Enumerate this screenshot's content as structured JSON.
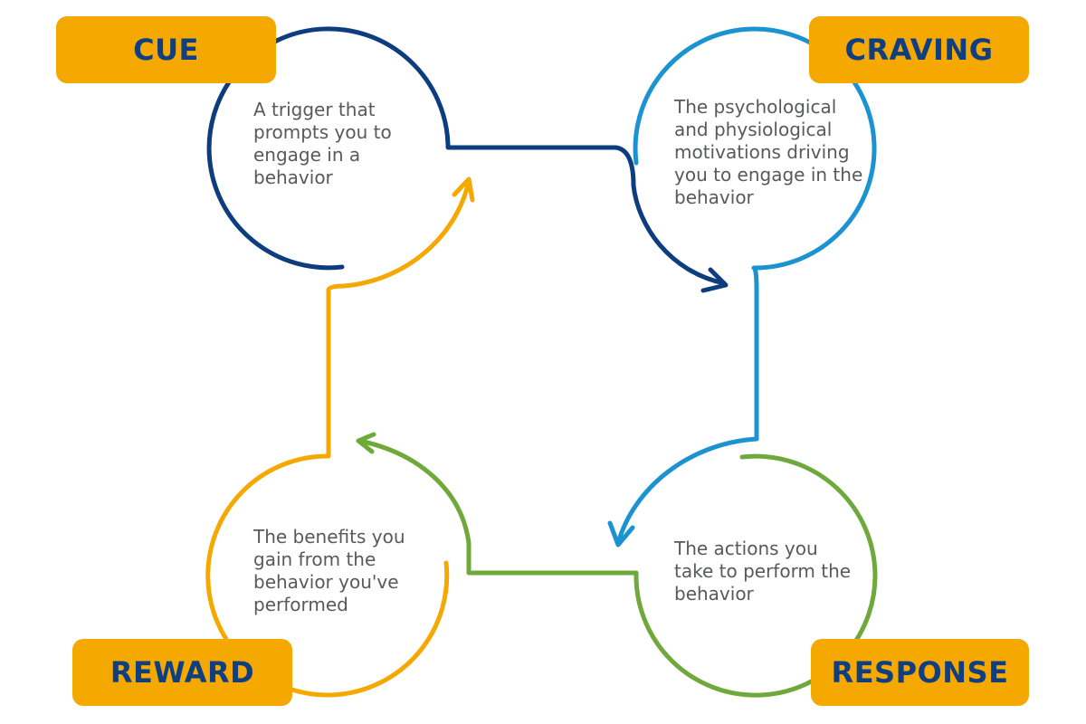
{
  "stages": {
    "cue": {
      "label": "CUE",
      "description": "A trigger that prompts you to engage in a behavior",
      "color": "#0d3d7e"
    },
    "craving": {
      "label": "CRAVING",
      "description": "The psychological and physiological motivations driving you to engage in the behavior",
      "color": "#1a93d0"
    },
    "response": {
      "label": "RESPONSE",
      "description": "The actions you take to perform the behavior",
      "color": "#6fa83b"
    },
    "reward": {
      "label": "REWARD",
      "description": "The benefits you gain from the behavior you've performed",
      "color": "#f5a800"
    }
  },
  "colors": {
    "label_background": "#f5a800",
    "label_text": "#0f3f80",
    "description_text": "#58595b"
  }
}
